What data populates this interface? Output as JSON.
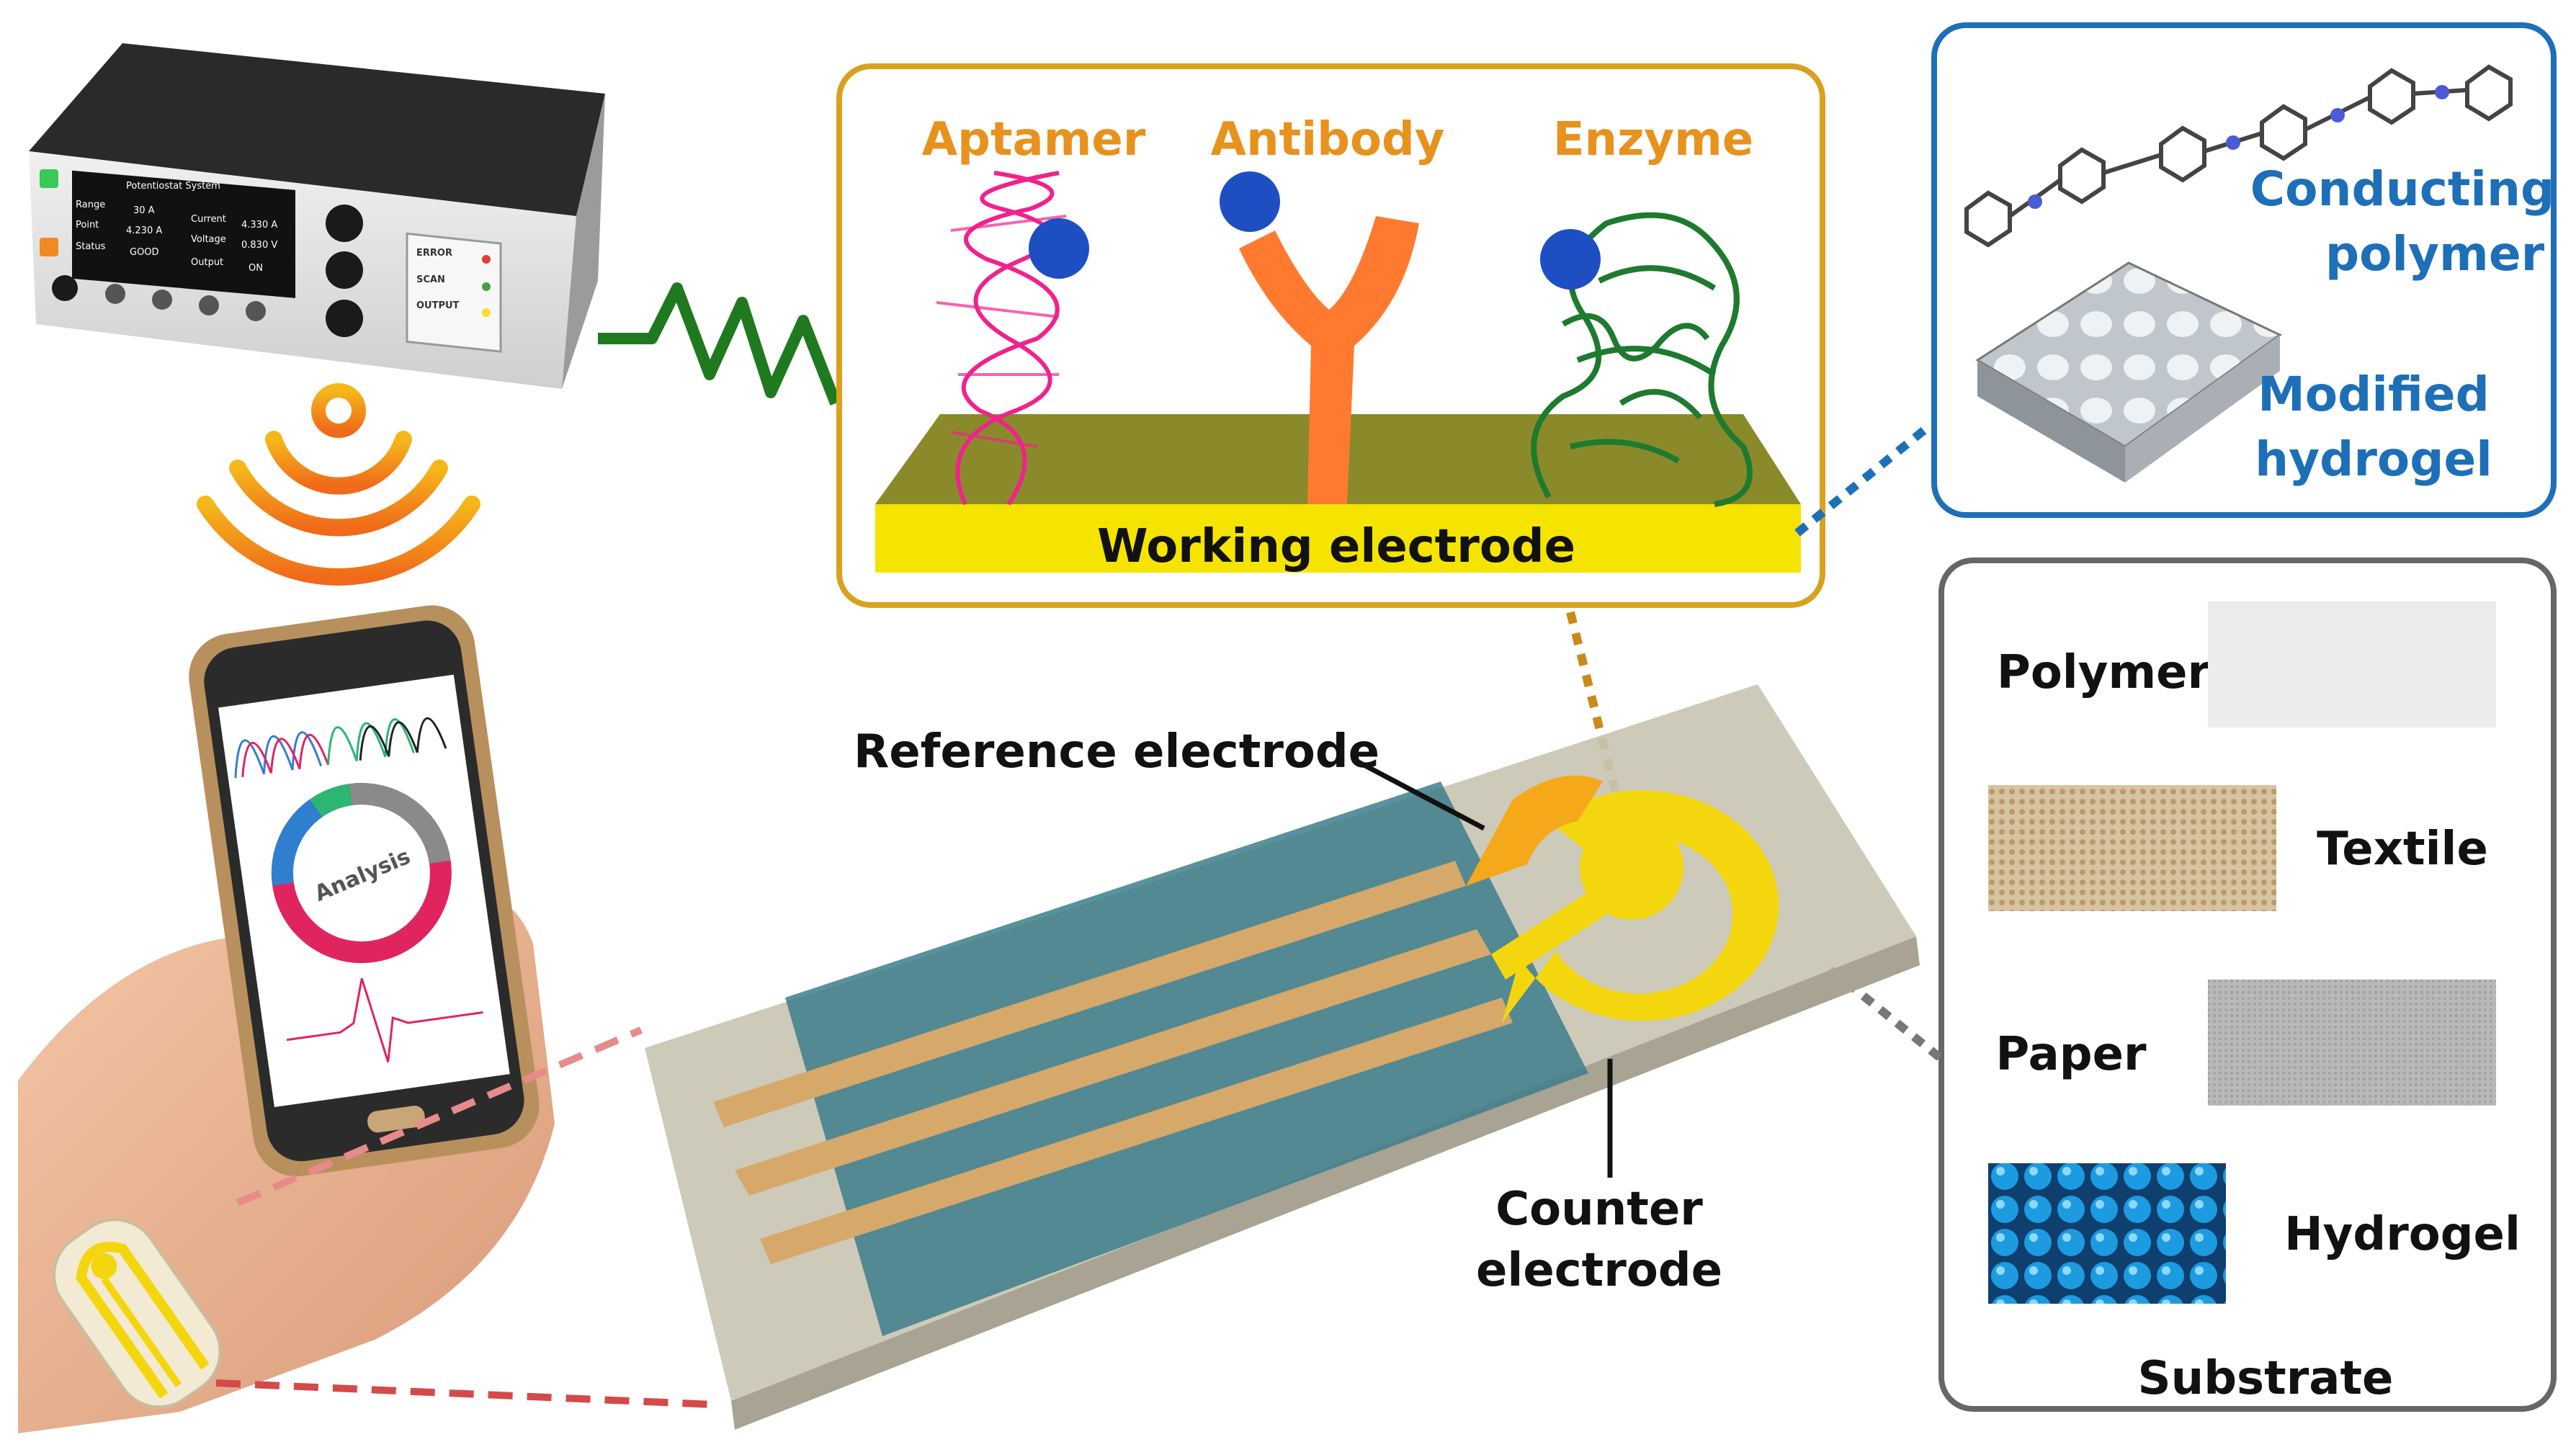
{
  "functional_elements": {
    "aptamer": "Aptamer",
    "antibody": "Antibody",
    "enzyme": "Enzyme",
    "working_electrode": "Working electrode"
  },
  "electrode_labels": {
    "reference": "Reference electrode",
    "counter_line1": "Counter",
    "counter_line2": "electrode"
  },
  "modifiers": {
    "conducting_line1": "Conducting",
    "conducting_line2": "polymer",
    "hydrogel_line1": "Modified",
    "hydrogel_line2": "hydrogel"
  },
  "substrate": {
    "title": "Substrate",
    "polymer": "Polymer",
    "textile": "Textile",
    "paper": "Paper",
    "hydrogel": "Hydrogel"
  },
  "potentiostat": {
    "system": "Potentiostat System",
    "range_label": "Range",
    "range_value": "30  A",
    "point_label": "Point",
    "point_value": "4.230  A",
    "status_label": "Status",
    "status_value": "GOOD",
    "current_label": "Current",
    "current_value": "4.330  A",
    "voltage_label": "Voltage",
    "voltage_value": "0.830  V",
    "output_label": "Output",
    "output_value": "ON",
    "error": "ERROR",
    "scan": "SCAN",
    "output": "OUTPUT"
  },
  "phone": {
    "analysis": "Analysis"
  },
  "colors": {
    "frame_gold": "#d8a21e",
    "frame_blue": "#1d6fb8",
    "frame_gray": "#666666",
    "label_orange": "#e8921e",
    "electrode_yellow": "#f4d60e",
    "reference_orange": "#f5a81a",
    "overlay_teal": "#3c7e8c"
  }
}
